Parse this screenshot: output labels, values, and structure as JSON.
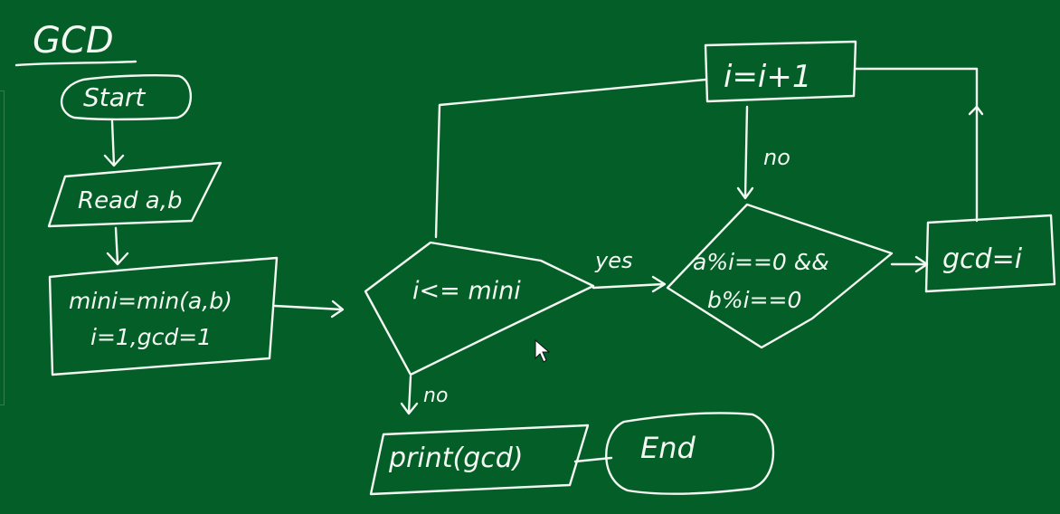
{
  "title": "GCD",
  "nodes": {
    "start": "Start",
    "read": "Read a,b",
    "init_line1": "mini=min(a,b)",
    "init_line2": "i=1,gcd=1",
    "cond_loop": "i<= mini",
    "cond_div_line1": "a%i==0 &&",
    "cond_div_line2": "b%i==0",
    "assign_gcd": "gcd=i",
    "increment": "i=i+1",
    "print": "print(gcd)",
    "end": "End"
  },
  "edge_labels": {
    "yes": "yes",
    "no_loop": "no",
    "no_div": "no"
  },
  "colors": {
    "board": "#035e27",
    "chalk": "#f4f8f2"
  }
}
